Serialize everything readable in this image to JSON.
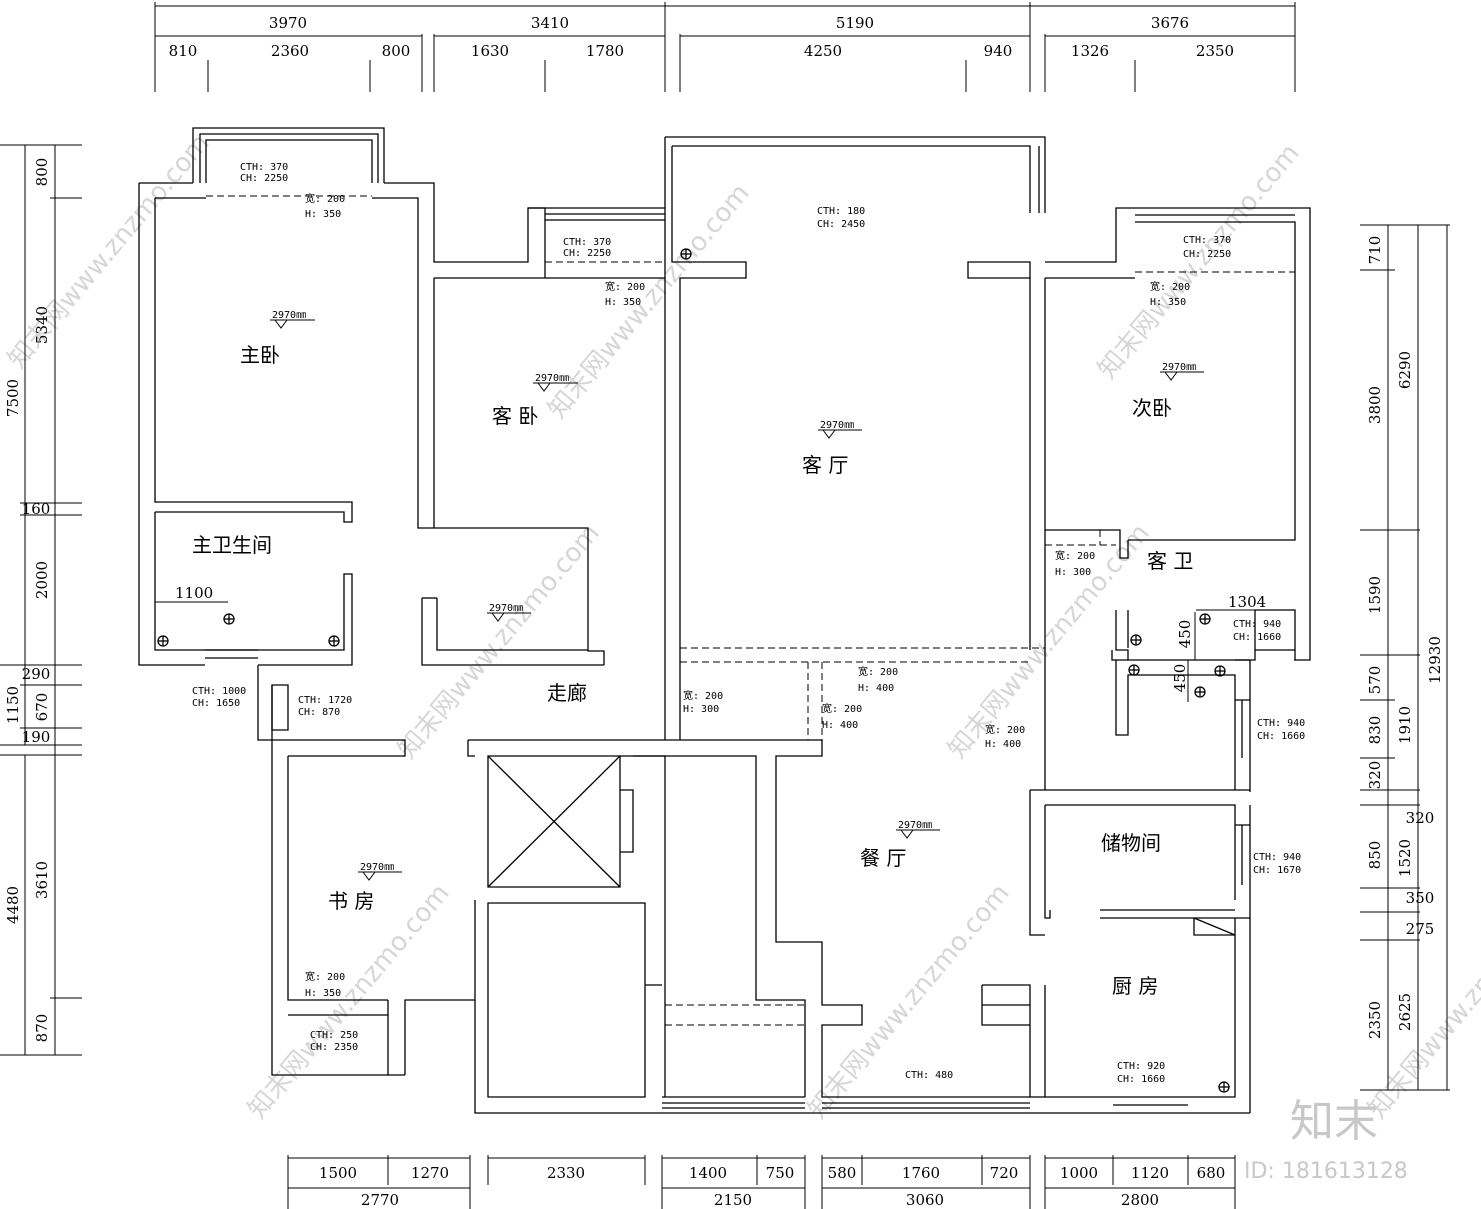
{
  "dims": {
    "top_total": [
      "3970",
      "3410",
      "5190",
      "3676"
    ],
    "top_parts": [
      "810",
      "2360",
      "800",
      "1630",
      "1780",
      "4250",
      "940",
      "1326",
      "2350"
    ],
    "bottom_parts": [
      "1500",
      "1270",
      "2330",
      "1400",
      "750",
      "580",
      "1760",
      "720",
      "1000",
      "1120",
      "680"
    ],
    "bottom_total": [
      "2770",
      "2150",
      "3060",
      "2800"
    ],
    "left_total": [
      "7500",
      "1150",
      "4480"
    ],
    "left_parts": [
      "800",
      "5340",
      "160",
      "2000",
      "290",
      "670",
      "190",
      "3610",
      "870"
    ],
    "right_parts": [
      "710",
      "3800",
      "1590",
      "570",
      "830",
      "320",
      "320",
      "850",
      "350",
      "275",
      "2350"
    ],
    "right_mid": [
      "6290",
      "1910",
      "1520",
      "2625"
    ],
    "right_total": [
      "12930"
    ]
  },
  "rooms": {
    "master_bedroom": "主卧",
    "guest_bedroom": "客 卧",
    "living_room": "客 厅",
    "second_bedroom": "次卧",
    "master_bathroom": "主卫生间",
    "guest_bathroom": "客 卫",
    "corridor": "走廊",
    "study": "书 房",
    "dining_room": "餐 厅",
    "storage": "储物间",
    "kitchen": "厨 房"
  },
  "heights": {
    "master": "2970㎜",
    "guest": "2970㎜",
    "living": "2970㎜",
    "second": "2970㎜",
    "corridor_small": "2970㎜",
    "study": "2970㎜",
    "dining": "2970㎜"
  },
  "window_notes": {
    "w1": [
      "CTH: 370",
      "CH: 2250"
    ],
    "w2": [
      "CTH: 370",
      "CH: 2250"
    ],
    "w3": [
      "CTH: 180",
      "CH: 2450"
    ],
    "w4": [
      "CTH: 370",
      "CH: 2250"
    ],
    "w5": [
      "CTH: 1000",
      "CH: 1650"
    ],
    "w6": [
      "CTH: 1720",
      "CH: 870"
    ],
    "w7": [
      "CTH: 940",
      "CH: 1660"
    ],
    "w8": [
      "CTH: 940",
      "CH: 1660"
    ],
    "w9": [
      "CTH: 940",
      "CH: 1670"
    ],
    "w10": [
      "CTH: 250",
      "CH: 2350"
    ],
    "w11": [
      "CTH: 480"
    ],
    "w12": [
      "CTH: 920",
      "CH: 1660"
    ]
  },
  "beam_notes": {
    "b1": [
      "宽: 200",
      "H: 350"
    ],
    "b2": [
      "宽: 200",
      "H: 350"
    ],
    "b3": [
      "宽: 200",
      "H: 350"
    ],
    "b4": [
      "宽: 200",
      "H: 300"
    ],
    "b5": [
      "宽: 200",
      "H: 400"
    ],
    "b6": [
      "宽: 200",
      "H: 300"
    ],
    "b7": [
      "宽: 200",
      "H: 400"
    ],
    "b8": [
      "宽: 200",
      "H: 400"
    ],
    "b9": [
      "宽: 200",
      "H: 350"
    ]
  },
  "misc": {
    "m1100": "1100",
    "m1304": "1304",
    "m450a": "450",
    "m450b": "450"
  },
  "watermarks": [
    "知末网www.znzmo.com"
  ],
  "brand": {
    "logo": "知末",
    "id": "ID: 181613128"
  }
}
